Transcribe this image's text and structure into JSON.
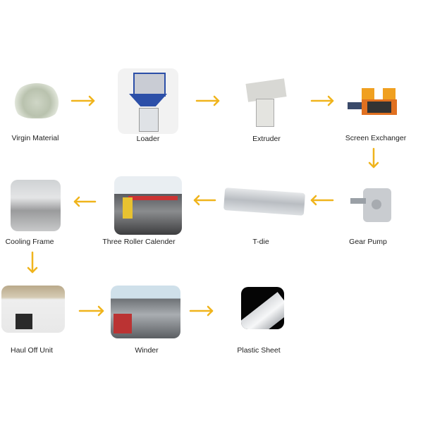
{
  "accent_color": "#f0b41c",
  "steps": [
    {
      "label": "Virgin Material",
      "icon": "granules-image"
    },
    {
      "label": "Loader",
      "icon": "loader-machine-image"
    },
    {
      "label": "Extruder",
      "icon": "extruder-machine-image"
    },
    {
      "label": "Screen Exchanger",
      "icon": "screen-exchanger-image"
    },
    {
      "label": "Gear Pump",
      "icon": "gear-pump-image"
    },
    {
      "label": "T-die",
      "icon": "t-die-image"
    },
    {
      "label": "Three Roller Calender",
      "icon": "calender-machine-image"
    },
    {
      "label": "Cooling Frame",
      "icon": "cooling-frame-image"
    },
    {
      "label": "Haul Off Unit",
      "icon": "haul-off-machine-image"
    },
    {
      "label": "Winder",
      "icon": "winder-machine-image"
    },
    {
      "label": "Plastic Sheet",
      "icon": "plastic-sheet-image"
    }
  ]
}
